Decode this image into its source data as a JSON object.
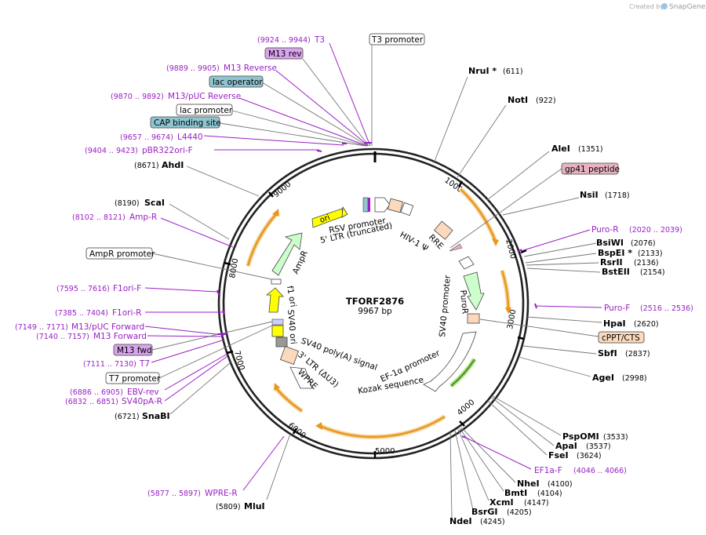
{
  "watermark": {
    "text": "Created by",
    "brand": "SnapGene"
  },
  "plasmid": {
    "name": "TFORF2876",
    "size": "9967 bp"
  },
  "ticks": [
    "1000",
    "2000",
    "3000",
    "4000",
    "5000",
    "6000",
    "7000",
    "8000",
    "9000"
  ],
  "sites": [
    {
      "name": "NruI *",
      "pos": "(611)"
    },
    {
      "name": "NotI",
      "pos": "(922)"
    },
    {
      "name": "AleI",
      "pos": "(1351)"
    },
    {
      "name": "NsiI",
      "pos": "(1718)"
    },
    {
      "name": "BsiWI",
      "pos": "(2076)"
    },
    {
      "name": "BspEI *",
      "pos": "(2133)"
    },
    {
      "name": "RsrII",
      "pos": "(2136)"
    },
    {
      "name": "BstEII",
      "pos": "(2154)"
    },
    {
      "name": "HpaI",
      "pos": "(2620)"
    },
    {
      "name": "SbfI",
      "pos": "(2837)"
    },
    {
      "name": "AgeI",
      "pos": "(2998)"
    },
    {
      "name": "PspOMI",
      "pos": "(3533)"
    },
    {
      "name": "ApaI",
      "pos": "(3537)"
    },
    {
      "name": "FseI",
      "pos": "(3624)"
    },
    {
      "name": "NheI",
      "pos": "(4100)"
    },
    {
      "name": "BmtI",
      "pos": "(4104)"
    },
    {
      "name": "XcmI",
      "pos": "(4147)"
    },
    {
      "name": "BsrGI",
      "pos": "(4205)"
    },
    {
      "name": "NdeI",
      "pos": "(4245)"
    },
    {
      "name": "MluI",
      "pos": "(5809)"
    },
    {
      "name": "SnaBI",
      "pos": "(6721)"
    },
    {
      "name": "ScaI",
      "pos": "(8190)"
    },
    {
      "name": "AhdI",
      "pos": "(8671)"
    }
  ],
  "primers": [
    {
      "name": "T3",
      "pos": "(9924 .. 9944)"
    },
    {
      "name": "M13 Reverse",
      "pos": "(9889 .. 9905)"
    },
    {
      "name": "M13/pUC Reverse",
      "pos": "(9870 .. 9892)"
    },
    {
      "name": "L4440",
      "pos": "(9657 .. 9674)"
    },
    {
      "name": "pBR322ori-F",
      "pos": "(9404 .. 9423)"
    },
    {
      "name": "Amp-R",
      "pos": "(8102 .. 8121)"
    },
    {
      "name": "F1ori-F",
      "pos": "(7595 .. 7616)"
    },
    {
      "name": "F1ori-R",
      "pos": "(7385 .. 7404)"
    },
    {
      "name": "M13/pUC Forward",
      "pos": "(7149 .. 7171)"
    },
    {
      "name": "M13 Forward",
      "pos": "(7140 .. 7157)"
    },
    {
      "name": "T7",
      "pos": "(7111 .. 7130)"
    },
    {
      "name": "EBV-rev",
      "pos": "(6886 .. 6905)"
    },
    {
      "name": "SV40pA-R",
      "pos": "(6832 .. 6851)"
    },
    {
      "name": "WPRE-R",
      "pos": "(5877 .. 5897)"
    },
    {
      "name": "Puro-R",
      "pos": "(2020 .. 2039)"
    },
    {
      "name": "Puro-F",
      "pos": "(2516 .. 2536)"
    },
    {
      "name": "EF1a-F",
      "pos": "(4046 .. 4066)"
    }
  ],
  "boxes": {
    "t3_promoter": "T3 promoter",
    "m13_rev": "M13 rev",
    "lac_operator": "lac operator",
    "lac_promoter": "lac promoter",
    "cap_site": "CAP binding site",
    "gp41": "gp41 peptide",
    "ampr_promoter": "AmpR promoter",
    "m13_fwd": "M13 fwd",
    "t7_promoter": "T7 promoter",
    "cppt": "cPPT/CTS"
  },
  "features": {
    "ori": "ori",
    "ampr": "AmpR",
    "rsv": "RSV promoter",
    "ltr5": "5' LTR (truncated)",
    "hiv": "HIV-1 Ψ",
    "rre": "RRE",
    "puror": "PuroR",
    "sv40p": "SV40 promoter",
    "ef1a": "EF-1α promoter",
    "kozak": "Kozak sequence",
    "f1ori": "f1 ori",
    "sv40ori": "SV40 ori",
    "sv40pa": "SV40 poly(A) signal",
    "ltr3": "3' LTR (ΔU3)",
    "wpre": "WPRE"
  },
  "colors": {
    "primer": "#9a1fc4",
    "orf": "#e8961e",
    "ori": "#ffff00",
    "ampr": "#ccffcc",
    "ltr": "#fbd9bd",
    "cap": "#8ec5d0",
    "m13": "#d9a3ee",
    "gp41": "#e8b3c0",
    "cppt": "#fbd9bd"
  }
}
